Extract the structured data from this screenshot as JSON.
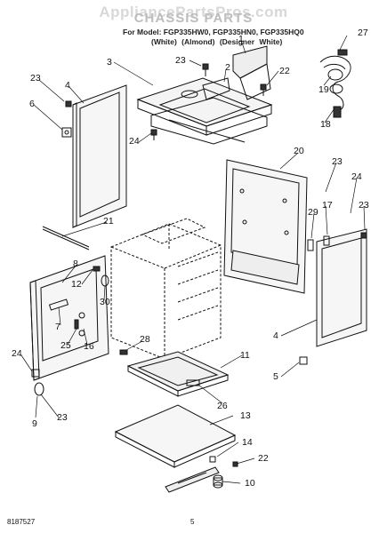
{
  "header": {
    "watermark": "AppliancePartsPros.com",
    "title": "CHASSIS PARTS",
    "models": "For Model: FGP335HW0, FGP335HN0, FGP335HQ0",
    "colors": "(White)   (Almond)  (Designer White)"
  },
  "callouts": [
    {
      "id": "c27",
      "label": "27"
    },
    {
      "id": "c3",
      "label": "3"
    },
    {
      "id": "c23a",
      "label": "23"
    },
    {
      "id": "c2",
      "label": "2"
    },
    {
      "id": "c22a",
      "label": "22"
    },
    {
      "id": "c1",
      "label": "1"
    },
    {
      "id": "c19",
      "label": "19"
    },
    {
      "id": "c23b",
      "label": "23"
    },
    {
      "id": "c4a",
      "label": "4"
    },
    {
      "id": "c6",
      "label": "6"
    },
    {
      "id": "c18",
      "label": "18"
    },
    {
      "id": "c24a",
      "label": "24"
    },
    {
      "id": "c20",
      "label": "20"
    },
    {
      "id": "c23c",
      "label": "23"
    },
    {
      "id": "c24b",
      "label": "24"
    },
    {
      "id": "c29",
      "label": "29"
    },
    {
      "id": "c17",
      "label": "17"
    },
    {
      "id": "c23d",
      "label": "23"
    },
    {
      "id": "c21",
      "label": "21"
    },
    {
      "id": "c8",
      "label": "8"
    },
    {
      "id": "c12",
      "label": "12"
    },
    {
      "id": "c30",
      "label": "30"
    },
    {
      "id": "c7",
      "label": "7"
    },
    {
      "id": "c25",
      "label": "25"
    },
    {
      "id": "c16",
      "label": "16"
    },
    {
      "id": "c28",
      "label": "28"
    },
    {
      "id": "c4b",
      "label": "4"
    },
    {
      "id": "c24c",
      "label": "24"
    },
    {
      "id": "c11",
      "label": "11"
    },
    {
      "id": "c5",
      "label": "5"
    },
    {
      "id": "c26",
      "label": "26"
    },
    {
      "id": "c23e",
      "label": "23"
    },
    {
      "id": "c9",
      "label": "9"
    },
    {
      "id": "c13",
      "label": "13"
    },
    {
      "id": "c14",
      "label": "14"
    },
    {
      "id": "c22b",
      "label": "22"
    },
    {
      "id": "c10",
      "label": "10"
    }
  ],
  "footer": {
    "doc_number": "8187527",
    "page_number": "5"
  }
}
